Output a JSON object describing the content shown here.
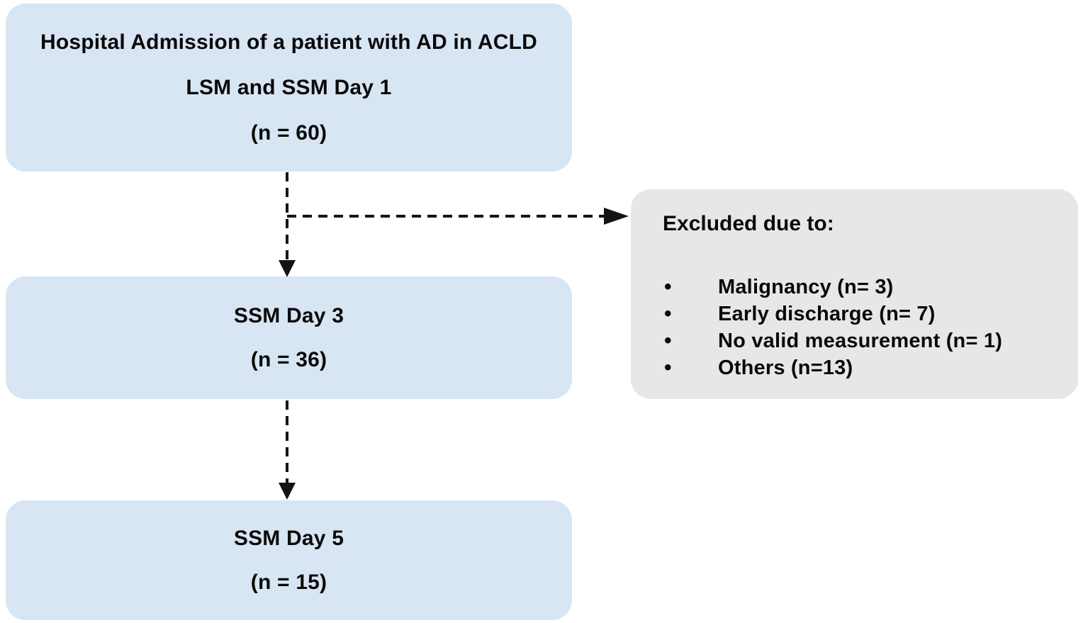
{
  "figure": {
    "colors": {
      "flow_box": "#d8e5f2",
      "excluded_box": "#e7e7e7",
      "text": "#0a0a0a",
      "arrow": "#141414",
      "background": "#ffffff"
    },
    "boxes": {
      "admission": {
        "lines": [
          "Hospital Admission of a patient with AD in ACLD",
          "LSM and SSM Day 1",
          "(n = 60)"
        ]
      },
      "ssm_day3": {
        "lines": [
          "SSM Day 3",
          "(n = 36)"
        ]
      },
      "ssm_day5": {
        "lines": [
          "SSM Day 5",
          "(n = 15)"
        ]
      },
      "excluded": {
        "title": "Excluded due to:",
        "items": [
          "Malignancy (n= 3)",
          "Early discharge (n= 7)",
          "No valid measurement (n= 1)",
          "Others (n=13)"
        ]
      }
    }
  }
}
